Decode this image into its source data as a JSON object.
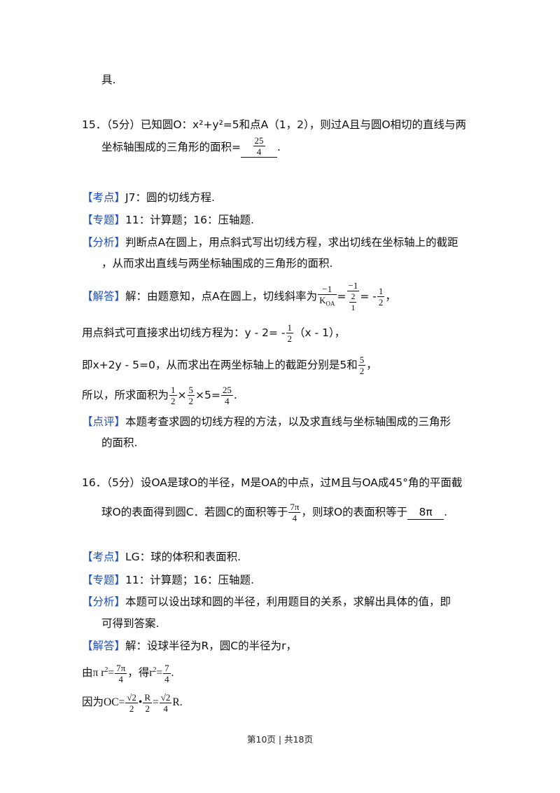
{
  "top": {
    "tail": "具."
  },
  "q15": {
    "number": "15．",
    "line1": "（5分）已知圆O：x²+y²=5和点A（1，2），则过A且与圆O相切的直线与两",
    "line2_pre": "坐标轴围成的三角形的面积=",
    "ans_num": "25",
    "ans_den": "4",
    "line2_post": "."
  },
  "sol15": {
    "kaodian_tag": "【考点】",
    "kaodian": "J7：圆的切线方程.",
    "zhuanti_tag": "【专题】",
    "zhuanti": "11：计算题；16：压轴题.",
    "fenxi_tag": "【分析】",
    "fenxi1": "判断点A在圆上，用点斜式写出切线方程，求出切线在坐标轴上的截距",
    "fenxi2": "，从而求出直线与两坐标轴围成的三角形的面积.",
    "jieda_tag": "【解答】",
    "jieda1_pre": "解：由题意知，点A在圆上，切线斜率为",
    "k_num": "−1",
    "k_den": "K",
    "k_sub": "OA",
    "eq1": "=",
    "k2_num": "−1",
    "k2_inner_num": "2",
    "k2_inner_den": "1",
    "eq2": "= -",
    "half_num": "1",
    "half_den": "2",
    "comma": "，",
    "line2_pre": "用点斜式可直接求出切线方程为：y - 2= -",
    "line2_post": "（x - 1），",
    "line3_pre": "即x+2y - 5=0，从而求出在两坐标轴上的截距分别是5和",
    "five_num": "5",
    "five_den": "2",
    "line3_post": "，",
    "line4_pre": "所以，所求面积为",
    "times1": "×",
    "times2": "×5=",
    "line4_post": ".",
    "dianping_tag": "【点评】",
    "dianping1": "本题考查求圆的切线方程的方法，以及求直线与坐标轴围成的三角形",
    "dianping2": "的面积."
  },
  "q16": {
    "number": "16．",
    "line1": "（5分）设OA是球O的半径，M是OA的中点，过M且与OA成45°角的平面截",
    "line2_pre": "球O的表面得到圆C．若圆C的面积等于",
    "frac_num": "7π",
    "frac_den": "4",
    "line2_mid": "，则球O的表面积等于",
    "answer": "8π",
    "line2_post": "."
  },
  "sol16": {
    "kaodian_tag": "【考点】",
    "kaodian": "LG：球的体积和表面积.",
    "zhuanti_tag": "【专题】",
    "zhuanti": "11：计算题；16：压轴题.",
    "fenxi_tag": "【分析】",
    "fenxi1": "本题可以设出球和圆的半径，利用题目的关系，求解出具体的值，即",
    "fenxi2": "可得到答案.",
    "jieda_tag": "【解答】",
    "jieda1": "解：设球半径为R，圆C的半径为r，",
    "l2_pre": "由π r",
    "sq": "2",
    "l2_eq": "=",
    "l2_mid": "，得r",
    "l2_eq2": "=",
    "l2_post": ".",
    "frac7_num": "7",
    "l3_pre": "因为OC=",
    "sqrt2": "√2",
    "two": "2",
    "dot": "•",
    "R": "R",
    "eq": "=",
    "four": "4",
    "l3_post": "R."
  },
  "footer": "第10页 | 共18页"
}
